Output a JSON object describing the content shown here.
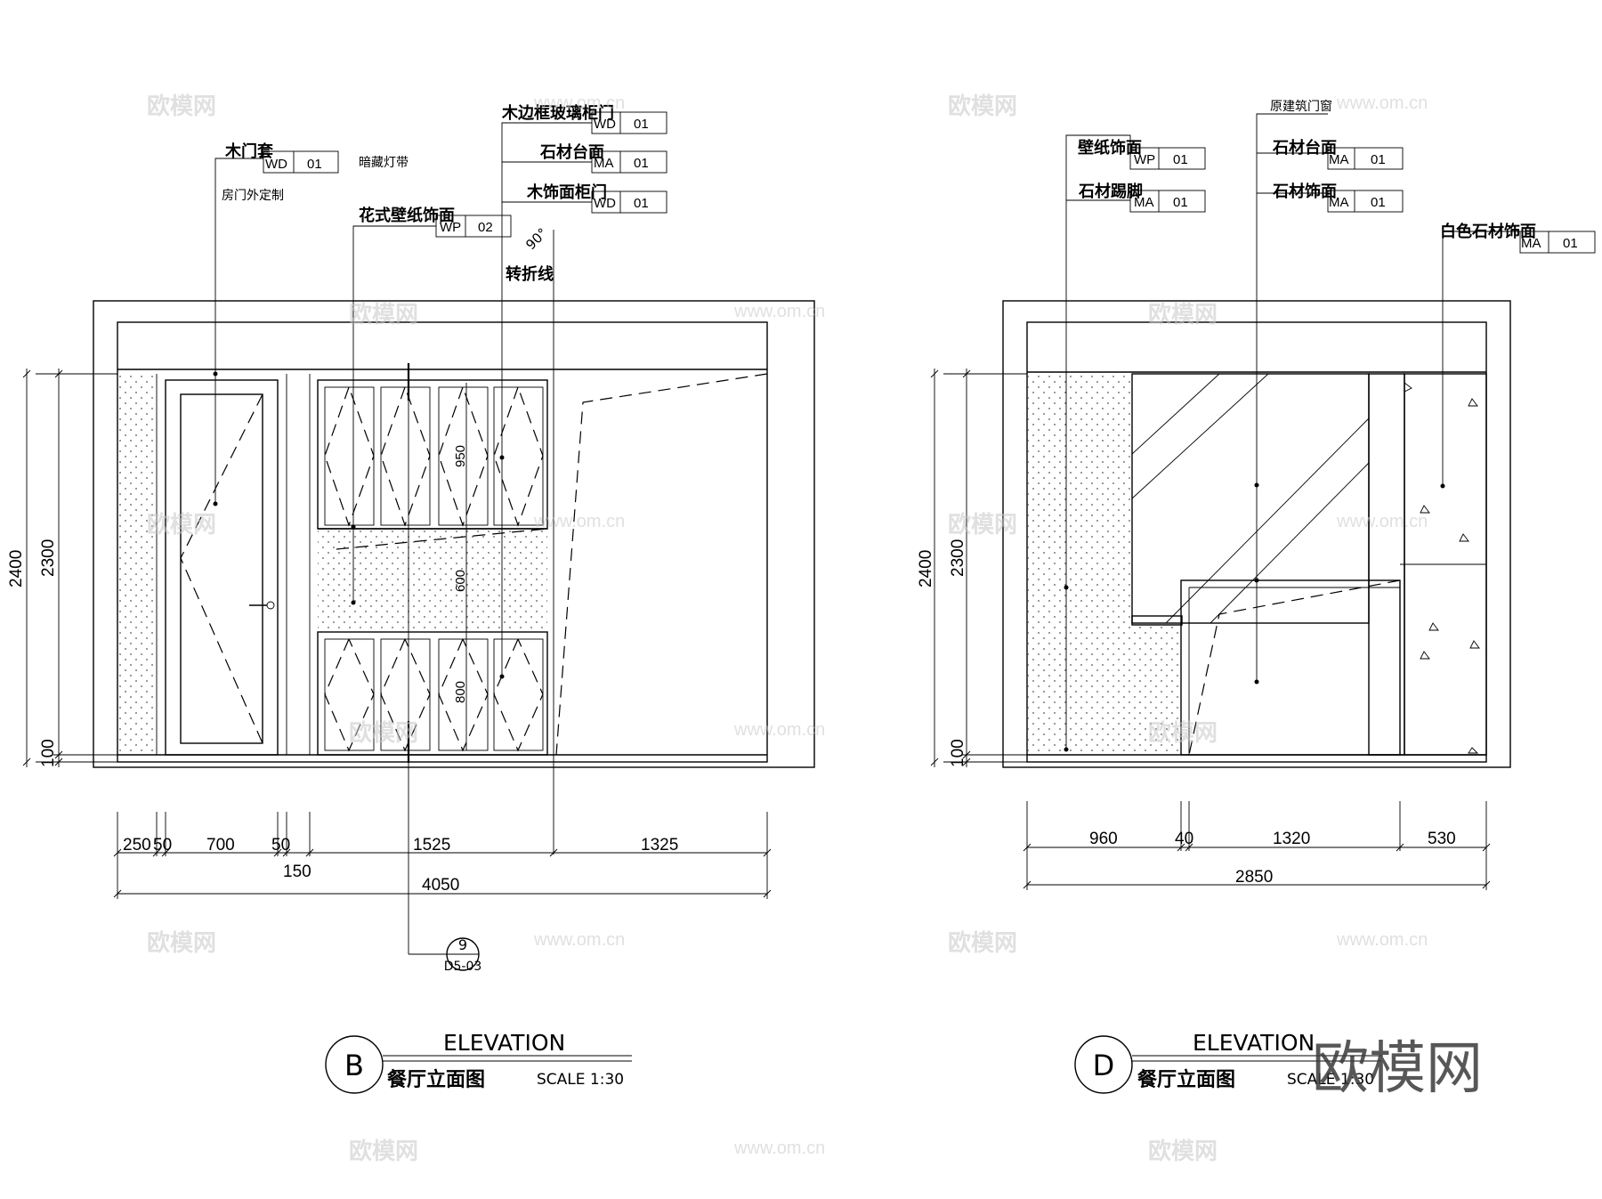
{
  "elevation_b": {
    "callouts": {
      "door_casing": "木门套",
      "door_casing_code": "WD",
      "door_casing_num": "01",
      "door_note": "房门外定制",
      "hidden_light": "暗藏灯带",
      "wallpaper": "花式壁纸饰面",
      "wallpaper_code": "WP",
      "wallpaper_num": "02",
      "glass_door": "木边框玻璃柜门",
      "glass_door_code": "WD",
      "glass_door_num": "01",
      "stone_top": "石材台面",
      "stone_top_code": "MA",
      "stone_top_num": "01",
      "wood_door": "木饰面柜门",
      "wood_door_code": "WD",
      "wood_door_num": "01",
      "angle": "90°",
      "fold_line": "转折线"
    },
    "dims_vertical": {
      "total": "2400",
      "wall": "2300",
      "base": "100",
      "upper": "950",
      "mid": "600",
      "lower": "800"
    },
    "dims_horizontal": {
      "d1": "250",
      "d2": "50",
      "d3": "700",
      "d4": "50",
      "d5": "1525",
      "d6": "1325",
      "d7": "150",
      "total": "4050"
    },
    "section_mark": {
      "number": "9",
      "sheet": "D5-03"
    },
    "title": {
      "letter": "B",
      "heading": "ELEVATION",
      "name": "餐厅立面图",
      "scale": "SCALE 1:30"
    }
  },
  "elevation_d": {
    "callouts": {
      "wallpaper": "壁纸饰面",
      "wallpaper_code": "WP",
      "wallpaper_num": "01",
      "skirting": "石材踢脚",
      "skirting_code": "MA",
      "skirting_num": "01",
      "window": "原建筑门窗",
      "stone_top": "石材台面",
      "stone_top_code": "MA",
      "stone_top_num": "01",
      "stone_face": "石材饰面",
      "stone_face_code": "MA",
      "stone_face_num": "01",
      "white_stone": "白色石材饰面",
      "white_stone_code": "MA",
      "white_stone_num": "01"
    },
    "dims_vertical": {
      "total": "2400",
      "wall": "2300",
      "base": "100"
    },
    "dims_horizontal": {
      "d1": "960",
      "d2": "40",
      "d3": "1320",
      "d4": "530",
      "total": "2850"
    },
    "title": {
      "letter": "D",
      "heading": "ELEVATION",
      "name": "餐厅立面图",
      "scale": "SCALE 1:30"
    }
  },
  "watermark": {
    "brand": "欧模网",
    "url": "www.om.cn",
    "corner": "欧模网"
  }
}
